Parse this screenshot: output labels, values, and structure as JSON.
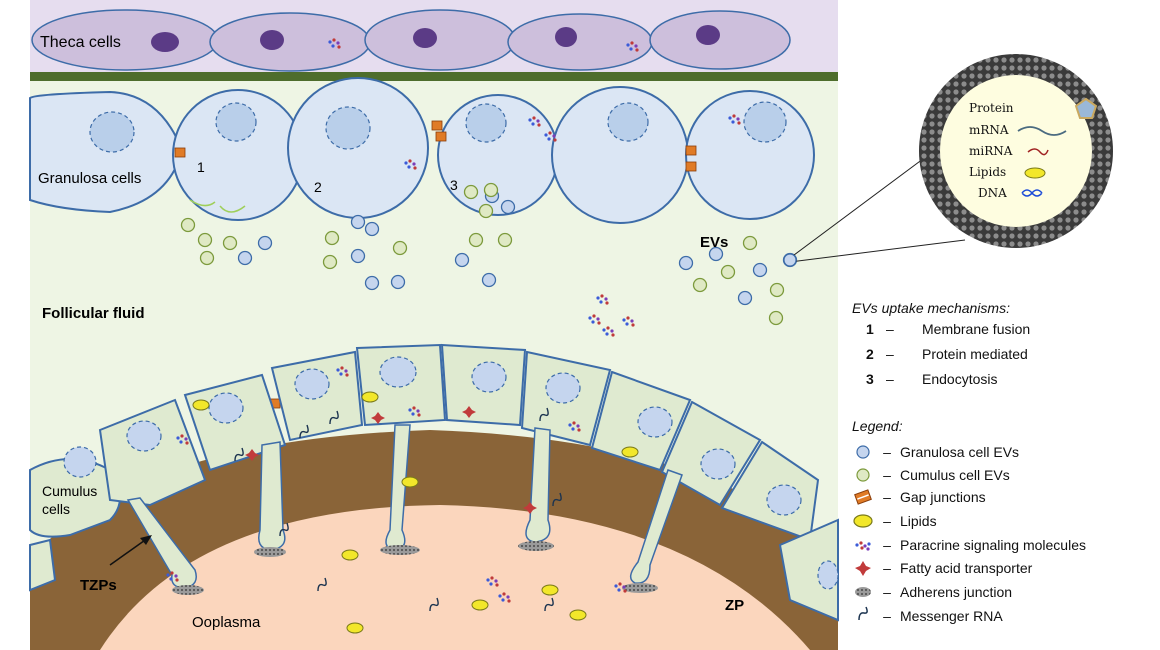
{
  "labels": {
    "theca_cells": "Theca cells",
    "granulosa_cells": "Granulosa cells",
    "follicular_fluid": "Follicular fluid",
    "cumulus_cells_line1": "Cumulus",
    "cumulus_cells_line2": "cells",
    "tzps": "TZPs",
    "ooplasma": "Ooplasma",
    "zp": "ZP",
    "evs": "EVs",
    "marker_1": "1",
    "marker_2": "2",
    "marker_3": "3"
  },
  "ev_contents": {
    "protein": "Protein",
    "mrna": "mRNA",
    "mirna": "miRNA",
    "lipids": "Lipids",
    "dna": "DNA"
  },
  "uptake": {
    "title": "EVs uptake mechanisms:",
    "items": [
      {
        "num": "1",
        "dash": "–",
        "text": "Membrane fusion"
      },
      {
        "num": "2",
        "dash": "–",
        "text": "Protein mediated"
      },
      {
        "num": "3",
        "dash": "–",
        "text": "Endocytosis"
      }
    ]
  },
  "legend": {
    "title": "Legend:",
    "items": [
      {
        "icon": "granulosa-ev-icon",
        "dash": "–",
        "text": "Granulosa cell EVs"
      },
      {
        "icon": "cumulus-ev-icon",
        "dash": "–",
        "text": "Cumulus cell EVs"
      },
      {
        "icon": "gap-junction-icon",
        "dash": "–",
        "text": "Gap junctions"
      },
      {
        "icon": "lipid-icon",
        "dash": "–",
        "text": "Lipids"
      },
      {
        "icon": "paracrine-icon",
        "dash": "–",
        "text": "Paracrine signaling molecules"
      },
      {
        "icon": "fatty-acid-transporter-icon",
        "dash": "–",
        "text": "Fatty acid transporter"
      },
      {
        "icon": "adherens-junction-icon",
        "dash": "–",
        "text": "Adherens junction"
      },
      {
        "icon": "messenger-rna-icon",
        "dash": "–",
        "text": "Messenger RNA"
      }
    ]
  },
  "colors": {
    "theca_fill": "#cdbfdc",
    "theca_nucleus": "#5b3b86",
    "stroma_band": "#4e6d2c",
    "fluid_bg": "#eef5e4",
    "granulosa_fill": "#dbe6f4",
    "cell_stroke": "#3d6ca8",
    "cumulus_fill": "#dfead0",
    "zona": "#8a6438",
    "ooplasm": "#fbd6bd",
    "granulosa_ev": "#c5d5ee",
    "cumulus_ev": "#dfe9c4",
    "gap_junction": "#e07b26",
    "lipid": "#f2e72a"
  }
}
